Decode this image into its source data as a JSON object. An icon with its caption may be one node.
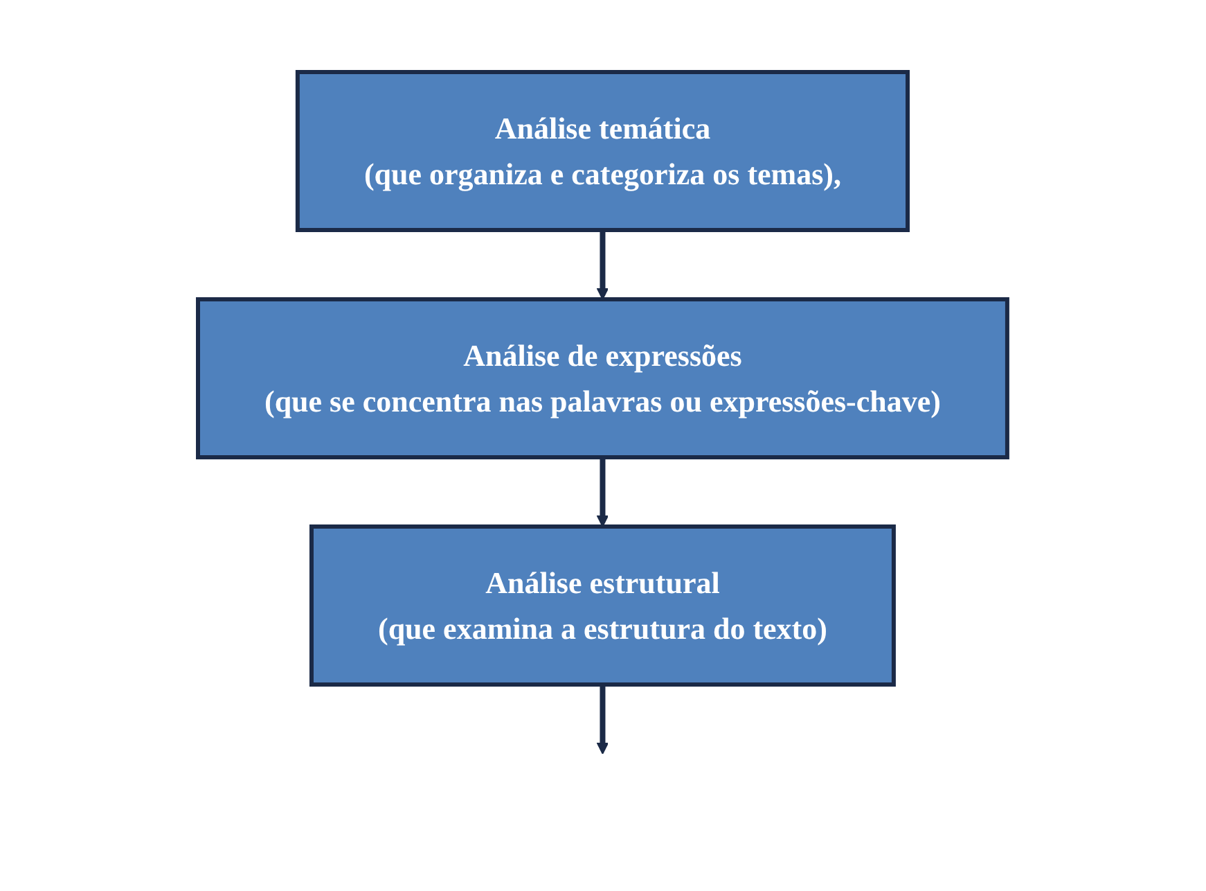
{
  "diagram": {
    "nodes": [
      {
        "text": [
          "Análise temática",
          "(que organiza e categoriza os temas),"
        ]
      },
      {
        "text": [
          "Análise de expressões",
          "(que se concentra nas palavras ou expressões-chave)"
        ]
      },
      {
        "text": [
          "Análise estrutural",
          "(que examina a estrutura do texto)"
        ]
      }
    ],
    "edges": [
      {
        "from": 0,
        "to": 1,
        "arrow": "to"
      },
      {
        "from": 1,
        "to": 2,
        "arrow": "to"
      },
      {
        "from": 2,
        "to": null,
        "arrow": "to"
      }
    ]
  }
}
